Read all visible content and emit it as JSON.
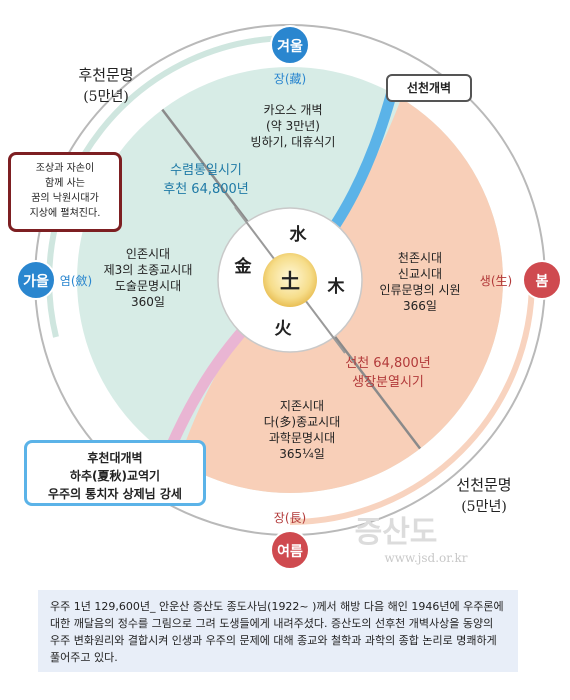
{
  "seasons": {
    "winter": "겨울",
    "spring": "봄",
    "summer": "여름",
    "autumn": "가을"
  },
  "season_phases": {
    "top": "장(藏)",
    "right": "생(生)",
    "bottom": "장(長)",
    "left": "염(斂)"
  },
  "elements": {
    "center": "土",
    "water": "水",
    "wood": "木",
    "fire": "火",
    "metal": "金"
  },
  "eras": {
    "later_heaven": {
      "title": "후천문명",
      "years": "(5만년)"
    },
    "earlier_heaven": {
      "title": "선천문명",
      "years": "(5만년)"
    }
  },
  "callouts": {
    "earlier_opening": "선천개벽",
    "paradise": [
      "조상과 자손이",
      "함께 사는",
      "꿈의 낙원시대가",
      "지상에 펼쳐진다."
    ],
    "later_opening": [
      "후천대개벽",
      "하추(夏秋)교역기",
      "우주의 통치자 상제님 강세"
    ]
  },
  "regions": {
    "chaos": [
      "카오스 개벽",
      "(약 3만년)",
      "빙하기, 대휴식기"
    ],
    "rest_period": [
      "수렴통일시기",
      "후천 64,800년"
    ],
    "human_era": [
      "인존시대",
      "제3의 초종교시대",
      "도술문명시대",
      "360일"
    ],
    "heaven_era": [
      "천존시대",
      "신교시대",
      "인류문명의 시원",
      "366일"
    ],
    "growth_period": [
      "선천 64,800년",
      "생장분열시기"
    ],
    "earth_era": [
      "지존시대",
      "다(多)종교시대",
      "과학문명시대",
      "365¼일"
    ]
  },
  "watermark": {
    "title": "증산도",
    "url": "www.jsd.or.kr"
  },
  "caption": "우주 1년 129,600년_ 안운산 증산도 종도사님(1922~ )께서 해방 다음 해인 1946년에 우주론에 대한 깨달음의 정수를 그림으로 그려 도생들에게 내려주셨다. 증산도의 선후천 개벽사상을 동양의 우주 변화원리와 결합시켜 인생과 우주의 문제에 대해 종교와 철학과 과학의 종합 논리로 명쾌하게 풀어주고 있다.",
  "colors": {
    "winter_blue": "#2a86cf",
    "spring_red": "#cf4a4f",
    "later_green": "#d7ece6",
    "earlier_peach": "#f8cfb8",
    "growth_text": "#b23a3a",
    "rest_text": "#1f7aa6",
    "pink_band": "#e9b5d3"
  }
}
